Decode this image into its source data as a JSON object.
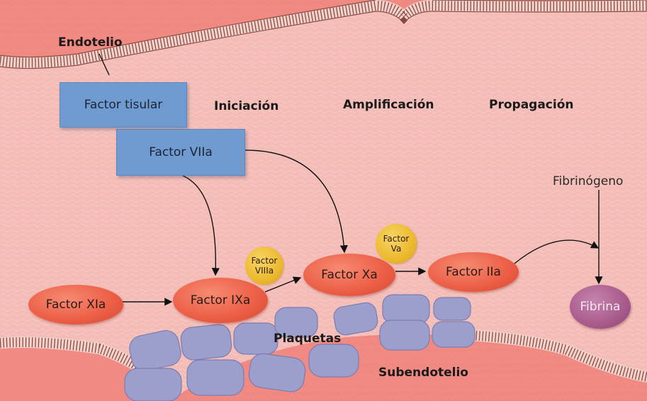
{
  "labels": {
    "endotelio": "Endotelio",
    "iniciacion": "Iniciación",
    "amplificacion": "Amplificación",
    "propagacion": "Propagación",
    "plaquetas": "Plaquetas",
    "subendotelio": "Subendotelio",
    "fibrinogeno": "Fibrinógeno"
  },
  "factors": {
    "tisular": "Factor tisular",
    "viia": "Factor VIIa",
    "xia": "Factor XIa",
    "ixa": "Factor IXa",
    "xa": "Factor Xa",
    "iia": "Factor IIa",
    "fibrina": "Fibrina",
    "viiia_line1": "Factor",
    "viiia_line2": "VIIIa",
    "va_line1": "Factor",
    "va_line2": "Va"
  },
  "colors": {
    "background": "#f4bcb6",
    "tissue": "#f08a82",
    "platelet": "#9c9ecc",
    "factor_box": "#6f9bd0",
    "factor_red": "#ec6148",
    "factor_gold": "#ecb92f",
    "fibrina": "#a95b8c"
  }
}
